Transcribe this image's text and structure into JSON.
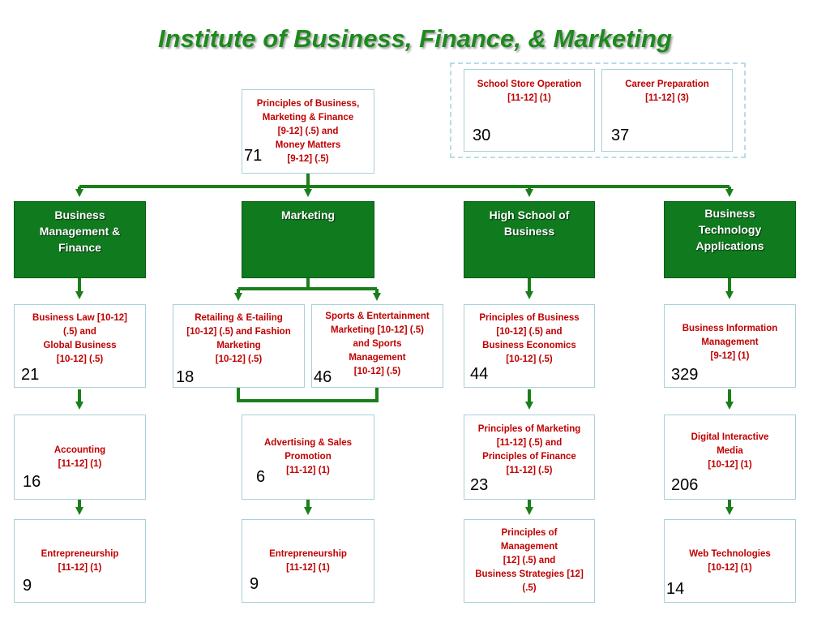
{
  "title": "Institute of Business, Finance, & Marketing",
  "colors": {
    "title": "#1e8a1e",
    "pathway_fill": "#0f7a1e",
    "course_text": "#c00000",
    "connector": "#1a7f1a"
  },
  "intro_course": {
    "text": "Principles of Business,\nMarketing & Finance\n[9-12] (.5) and\nMoney Matters\n[9-12] (.5)",
    "count": "71"
  },
  "extra_courses": [
    {
      "text": "School Store Operation\n[11-12] (1)",
      "count": "30"
    },
    {
      "text": "Career Preparation\n[11-12] (3)",
      "count": "37"
    }
  ],
  "pathways": [
    {
      "name": "Business\nManagement &\nFinance",
      "courses": [
        {
          "text": "Business Law [10-12]\n(.5) and\nGlobal Business\n[10-12] (.5)",
          "count": "21"
        },
        {
          "text": "Accounting\n[11-12] (1)",
          "count": "16"
        },
        {
          "text": "Entrepreneurship\n[11-12] (1)",
          "count": "9"
        }
      ]
    },
    {
      "name": "Marketing",
      "courses": [
        {
          "text": "Retailing & E-tailing\n[10-12] (.5) and Fashion\nMarketing\n[10-12] (.5)",
          "count": "18"
        },
        {
          "text": "Sports & Entertainment\nMarketing [10-12] (.5)\nand Sports\nManagement\n[10-12] (.5)",
          "count": "46"
        },
        {
          "text": "Advertising & Sales\nPromotion\n[11-12] (1)",
          "count": "6"
        },
        {
          "text": "Entrepreneurship\n[11-12] (1)",
          "count": "9"
        }
      ]
    },
    {
      "name": "High School of\nBusiness",
      "courses": [
        {
          "text": "Principles of Business\n[10-12] (.5) and\nBusiness Economics\n[10-12] (.5)",
          "count": "44"
        },
        {
          "text": "Principles of Marketing\n[11-12] (.5) and\nPrinciples of Finance\n[11-12] (.5)",
          "count": "23"
        },
        {
          "text": "Principles of\nManagement\n[12] (.5) and\nBusiness Strategies [12]\n(.5)",
          "count": ""
        }
      ]
    },
    {
      "name": "Business\nTechnology\nApplications",
      "courses": [
        {
          "text": "Business Information\nManagement\n[9-12] (1)",
          "count": "329"
        },
        {
          "text": "Digital Interactive\nMedia\n[10-12] (1)",
          "count": "206"
        },
        {
          "text": "Web Technologies\n[10-12] (1)",
          "count": "14"
        }
      ]
    }
  ]
}
